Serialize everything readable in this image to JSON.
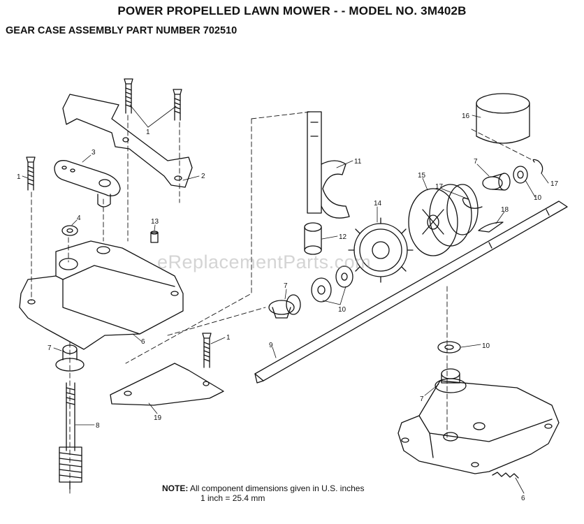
{
  "header": {
    "title": "POWER PROPELLED LAWN MOWER - - MODEL NO. 3M402B",
    "subtitle": "GEAR CASE ASSEMBLY PART NUMBER 702510"
  },
  "watermark": "eReplacementParts.com",
  "note": {
    "label": "NOTE:",
    "line1": "All component dimensions given in U.S. inches",
    "line2": "1 inch = 25.4 mm"
  },
  "callouts": [
    "1",
    "1",
    "2",
    "3",
    "4",
    "13",
    "6",
    "7",
    "8",
    "1",
    "19",
    "9",
    "11",
    "12",
    "7",
    "10",
    "14",
    "15",
    "17",
    "7",
    "10",
    "17",
    "18",
    "16",
    "10",
    "7",
    "6"
  ]
}
